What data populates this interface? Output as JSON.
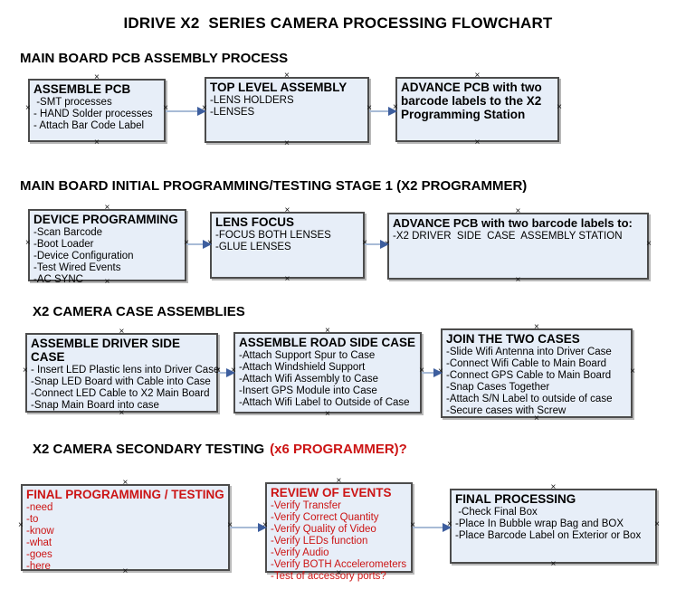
{
  "title": "IDRIVE X2  SERIES CAMERA PROCESSING FLOWCHART",
  "colors": {
    "box_fill": "#e7eef8",
    "box_border": "#4c4c4c",
    "arrow_line": "#a8bbd6",
    "arrow_head": "#3d5e9e",
    "red_text": "#cc1414"
  },
  "sections": [
    {
      "heading": "MAIN BOARD PCB ASSEMBLY PROCESS",
      "boxes": [
        {
          "title": "ASSEMBLE PCB",
          "lines": [
            " -SMT processes",
            "- HAND Solder processes",
            "- Attach Bar Code Label"
          ]
        },
        {
          "title": "TOP LEVEL ASSEMBLY",
          "lines": [
            "-LENS HOLDERS",
            "-LENSES"
          ]
        },
        {
          "title": "ADVANCE PCB with two barcode labels to the X2 Programming Station",
          "lines": []
        }
      ]
    },
    {
      "heading": "MAIN BOARD INITIAL PROGRAMMING/TESTING STAGE 1 (X2 PROGRAMMER)",
      "boxes": [
        {
          "title": "DEVICE PROGRAMMING",
          "lines": [
            "-Scan Barcode",
            "-Boot Loader",
            "-Device Configuration",
            "-Test Wired Events",
            "-AC SYNC"
          ]
        },
        {
          "title": "LENS FOCUS",
          "lines": [
            "-FOCUS BOTH LENSES",
            "-GLUE LENSES"
          ]
        },
        {
          "title": "ADVANCE PCB with two barcode labels to:",
          "lines": [
            "-X2 DRIVER  SIDE  CASE  ASSEMBLY STATION"
          ]
        }
      ]
    },
    {
      "heading": "X2 CAMERA CASE ASSEMBLIES",
      "boxes": [
        {
          "title": "ASSEMBLE DRIVER SIDE CASE",
          "lines": [
            "- Insert LED Plastic lens into Driver Case",
            "-Snap LED Board with Cable into Case",
            "-Connect LED Cable to X2 Main Board",
            "-Snap Main Board into case"
          ]
        },
        {
          "title": "ASSEMBLE ROAD SIDE CASE",
          "lines": [
            "-Attach Support Spur to Case",
            "-Attach Windshield Support",
            "-Attach Wifi Assembly to Case",
            "-Insert GPS Module into Case",
            "-Attach Wifi Label to Outside of Case"
          ]
        },
        {
          "title": "JOIN THE TWO CASES",
          "lines": [
            "-Slide Wifi Antenna into Driver Case",
            "-Connect Wifi Cable to Main Board",
            "-Connect GPS Cable to Main Board",
            "-Snap Cases Together",
            "-Attach S/N Label to outside of case",
            "-Secure cases with Screw"
          ]
        }
      ]
    },
    {
      "heading": "X2 CAMERA SECONDARY TESTING",
      "heading_red": "(x6 PROGRAMMER)?",
      "boxes": [
        {
          "title": "FINAL PROGRAMMING / TESTING",
          "lines": [
            "-need",
            "-to",
            "-know",
            "-what",
            "-goes",
            "-here"
          ]
        },
        {
          "title": "REVIEW OF EVENTS",
          "lines": [
            "-Verify Transfer",
            "-Verify Correct Quantity",
            "-Verify Quality of Video",
            "-Verify LEDs function",
            "-Verify Audio",
            "-Verify BOTH Accelerometers",
            "-Test of accessory ports?"
          ]
        },
        {
          "title": "FINAL PROCESSING",
          "lines": [
            " -Check Final Box",
            "-Place In Bubble wrap Bag and BOX",
            "-Place Barcode Label on Exterior or Box"
          ]
        }
      ]
    }
  ]
}
